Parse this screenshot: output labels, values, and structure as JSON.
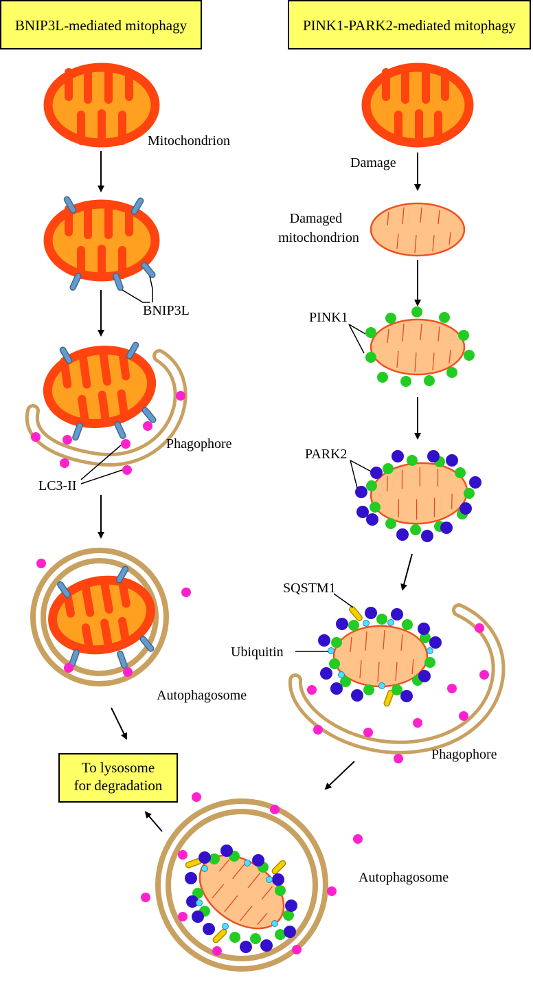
{
  "titles": {
    "left": "BNIP3L-mediated mitophagy",
    "right": "PINK1-PARK2-mediated mitophagy"
  },
  "labels": {
    "mitochondrion": "Mitochondrion",
    "bnip3l": "BNIP3L",
    "phagophore_left": "Phagophore",
    "lc3": "LC3-II",
    "autophagosome_left": "Autophagosome",
    "lysosome_line1": "To lysosome",
    "lysosome_line2": "for degradation",
    "damage": "Damage",
    "damaged_line1": "Damaged",
    "damaged_line2": "mitochondrion",
    "pink1": "PINK1",
    "park2": "PARK2",
    "sqstm1": "SQSTM1",
    "ubiquitin": "Ubiquitin",
    "phagophore_right": "Phagophore",
    "autophagosome_right": "Autophagosome"
  },
  "colors": {
    "title_box": "#ffff66",
    "mito_outer": "#ff4410",
    "mito_inner": "#ffa020",
    "damaged_fill": "#ffc38a",
    "damaged_stroke": "#f05020",
    "bnip3l": "#6699cc",
    "lc3": "#ff22cc",
    "pink1": "#22cc22",
    "park2": "#3311cc",
    "ubiquitin": "#55ddff",
    "sqstm1": "#f4d000",
    "membrane": "#c8a060"
  }
}
